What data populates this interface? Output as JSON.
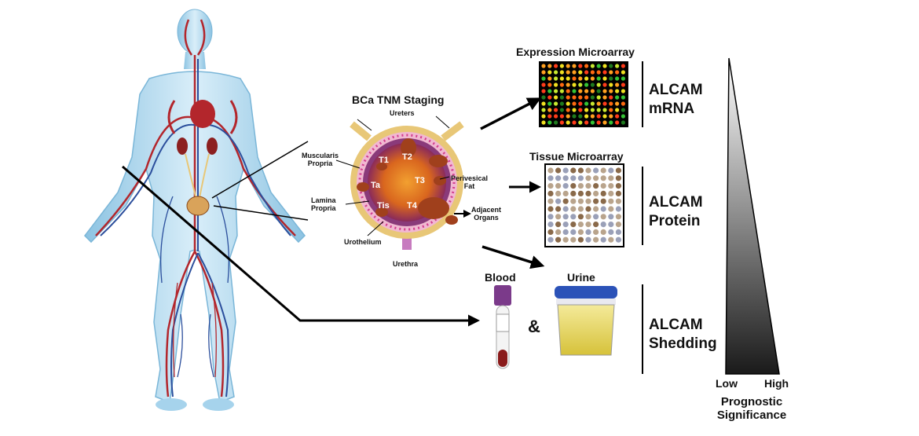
{
  "staging": {
    "title": "BCa TNM Staging",
    "ureters": "Ureters",
    "urethra": "Urethra",
    "muscularis": [
      "Muscularis",
      "Propria"
    ],
    "lamina": [
      "Lamina",
      "Propria"
    ],
    "urothelium": "Urothelium",
    "perivesical": [
      "Perivesical",
      "Fat"
    ],
    "adjacent": [
      "Adjacent",
      "Organs"
    ],
    "stages": [
      "T1",
      "T2",
      "Ta",
      "T3",
      "Tis",
      "T4"
    ]
  },
  "expression": {
    "title": "Expression Microarray",
    "label": [
      "ALCAM",
      "mRNA"
    ]
  },
  "tissue": {
    "title": "Tissue Microarray",
    "label": [
      "ALCAM",
      "Protein"
    ]
  },
  "fluids": {
    "blood": "Blood",
    "urine": "Urine",
    "amp": "&",
    "label": [
      "ALCAM",
      "Shedding"
    ]
  },
  "significance": {
    "low": "Low",
    "high": "High",
    "caption": [
      "Prognostic",
      "Significance"
    ]
  },
  "colors": {
    "skin": "#9fd0ea",
    "artery": "#b3262c",
    "vein": "#2b4e9c",
    "tumor": "#a0401c",
    "bladder_core": "#e07a1c",
    "bladder_pink": "#d23d8e",
    "wall": "#e8c777"
  }
}
